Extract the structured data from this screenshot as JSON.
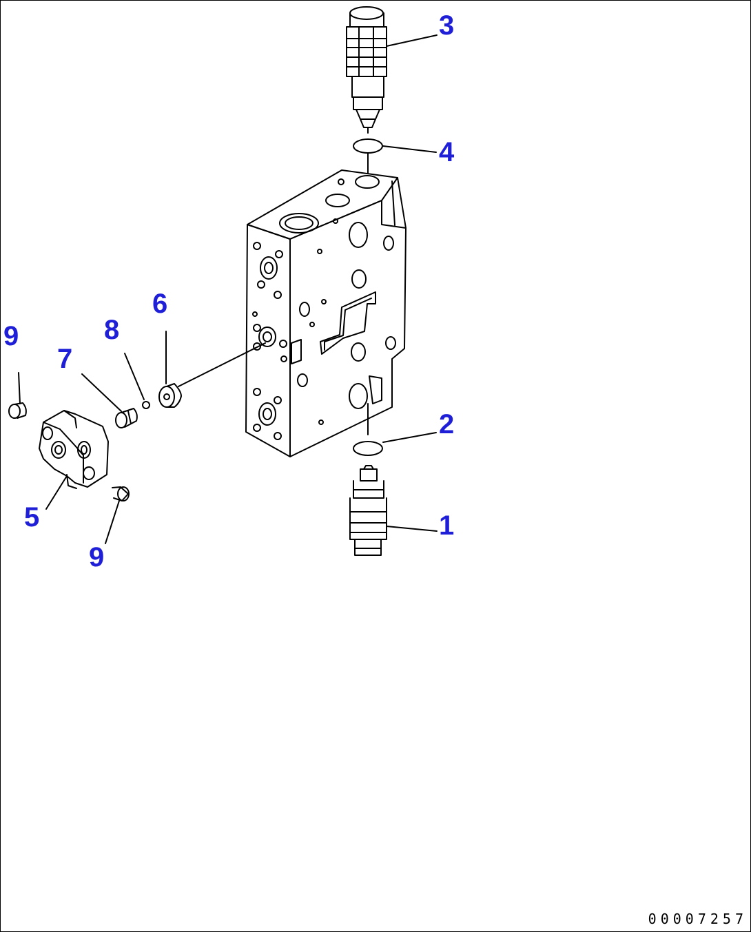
{
  "diagram": {
    "callouts": {
      "c1": "1",
      "c2": "2",
      "c3": "3",
      "c4": "4",
      "c5": "5",
      "c6": "6",
      "c7": "7",
      "c8": "8",
      "c9a": "9",
      "c9b": "9"
    },
    "doc_number": "00007257",
    "colors": {
      "callout": "#1f1fd8",
      "line": "#000000"
    }
  }
}
